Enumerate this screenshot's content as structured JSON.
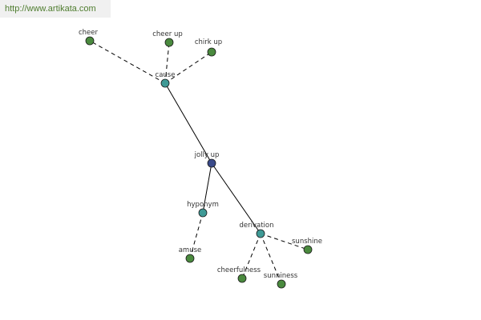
{
  "source_url": "http://www.artikata.com",
  "colors": {
    "root": "#3a4a8a",
    "relation": "#3f9a96",
    "leaf": "#4a8a3e",
    "node_stroke": "#1a1a1a",
    "edge": "#000000"
  },
  "root": {
    "label": "jolly up"
  },
  "relations": {
    "cause": {
      "label": "cause"
    },
    "hyponym": {
      "label": "hyponym"
    },
    "derivation": {
      "label": "derivation"
    }
  },
  "terms": {
    "cheer": {
      "label": "cheer"
    },
    "cheer_up": {
      "label": "cheer up"
    },
    "chirk_up": {
      "label": "chirk up"
    },
    "amuse": {
      "label": "amuse"
    },
    "cheerfulness": {
      "label": "cheerfulness"
    },
    "sunniness": {
      "label": "sunniness"
    },
    "sunshine": {
      "label": "sunshine"
    }
  }
}
